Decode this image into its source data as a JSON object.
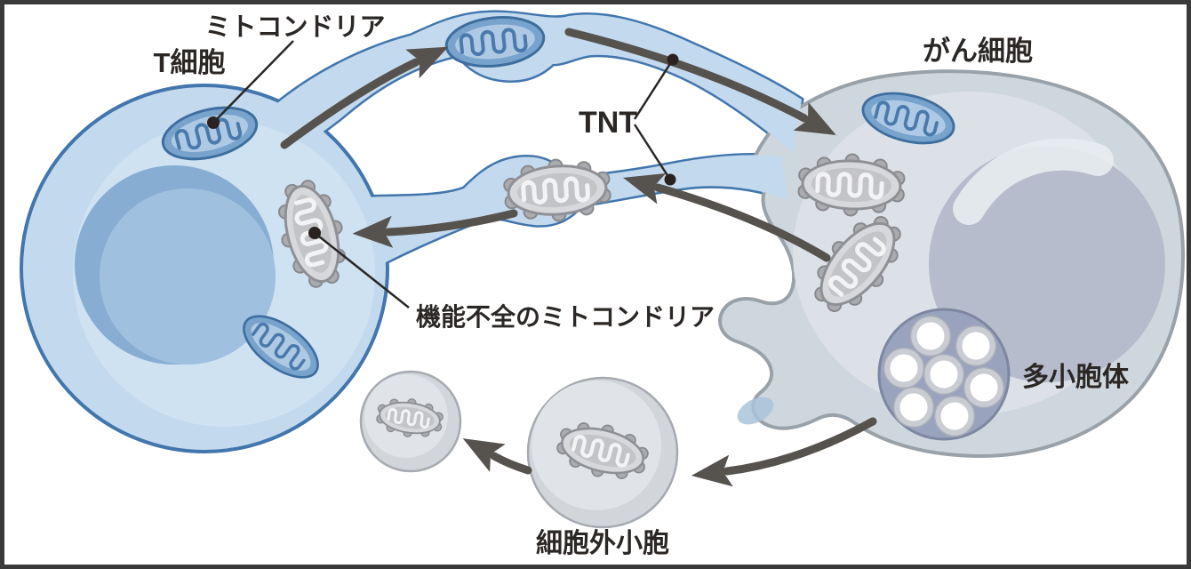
{
  "diagram": {
    "labels": {
      "mitochondria": "ミトコンドリア",
      "t_cell": "T細胞",
      "tnt": "TNT",
      "cancer_cell": "がん細胞",
      "dysfunctional_mitochondria": "機能不全のミトコンドリア",
      "multivesicular_body": "多小胞体",
      "extracellular_vesicle": "細胞外小胞"
    },
    "colors": {
      "background": "#ffffff",
      "border": "#3a3a3a",
      "t_cell_fill": "#c3d9ed",
      "t_cell_outline": "#4276ad",
      "t_cell_nucleus": "#9fc0de",
      "cancer_cell_fill": "#cfd7de",
      "cancer_cell_outline": "#99a1a9",
      "cancer_cell_nucleus": "#b6bccb",
      "healthy_mitochondrion": "#78a3cd",
      "dysfunctional_mitochondrion": "#d7d8db",
      "multivesicular_body_fill": "#99a3bd",
      "extracellular_vesicle_fill": "#d2d5da",
      "arrow": "#56524e",
      "text": "#2b2725"
    }
  }
}
